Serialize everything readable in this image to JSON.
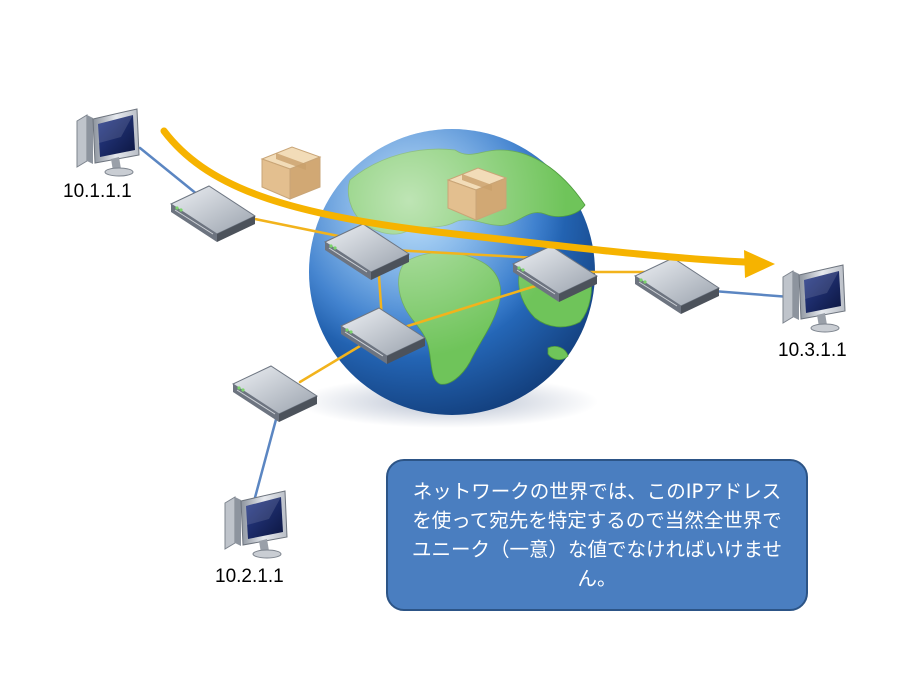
{
  "hosts": [
    {
      "id": "host-source",
      "ip": "10.1.1.1"
    },
    {
      "id": "host-bottom",
      "ip": "10.2.1.1"
    },
    {
      "id": "host-destination",
      "ip": "10.3.1.1"
    }
  ],
  "callout": {
    "text": "ネットワークの世界では、このIPアドレスを使って宛先を特定するので当然全世界でユニーク（一意）な値でなければいけません。"
  },
  "colors": {
    "link_blue": "#5b86c2",
    "link_orange": "#f2b31c",
    "arrow": "#f6b300",
    "callout_fill": "#4a7ec0",
    "callout_border": "#2c5486",
    "ocean": "#2a73c9",
    "land": "#6fc45a",
    "package": "#e2c29a"
  },
  "icons": [
    "computer-monitor-icon",
    "network-switch-icon",
    "package-box-icon",
    "globe-icon"
  ]
}
